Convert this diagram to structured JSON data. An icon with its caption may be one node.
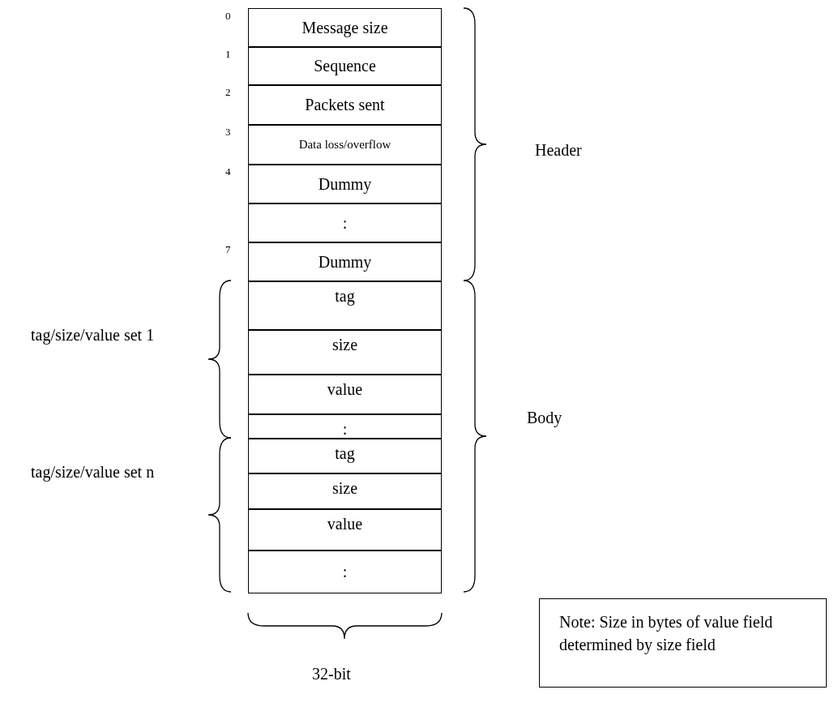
{
  "diagram": {
    "nodes": [
      {
        "text": [
          "Message size"
        ],
        "beside": [
          "0"
        ]
      },
      {
        "text": [
          "Sequence"
        ],
        "beside": [
          "1"
        ]
      },
      {
        "text": [
          "Packets sent"
        ],
        "beside": [
          "2"
        ]
      },
      {
        "text": [
          "Data loss/overflow"
        ],
        "beside": [
          "3"
        ]
      },
      {
        "text": [
          "Dummy"
        ],
        "beside": [
          "4"
        ]
      },
      {
        "text": [
          ":"
        ]
      },
      {
        "text": [
          "Dummy"
        ],
        "beside": [
          "7"
        ]
      },
      {
        "text": [
          "tag"
        ]
      },
      {
        "text": [
          "size"
        ]
      },
      {
        "text": [
          "value"
        ]
      },
      {
        "text": [
          ":"
        ]
      },
      {
        "text": [
          "tag"
        ]
      },
      {
        "text": [
          "size"
        ]
      },
      {
        "text": [
          "value"
        ]
      },
      {
        "text": [
          ":"
        ]
      },
      {
        "text": [
          "Note: Size in bytes of value field determined by size field"
        ]
      }
    ],
    "labels": [
      "Header",
      "tag/size/value set 1",
      "Body",
      "tag/size/value set n",
      "32-bit"
    ]
  }
}
